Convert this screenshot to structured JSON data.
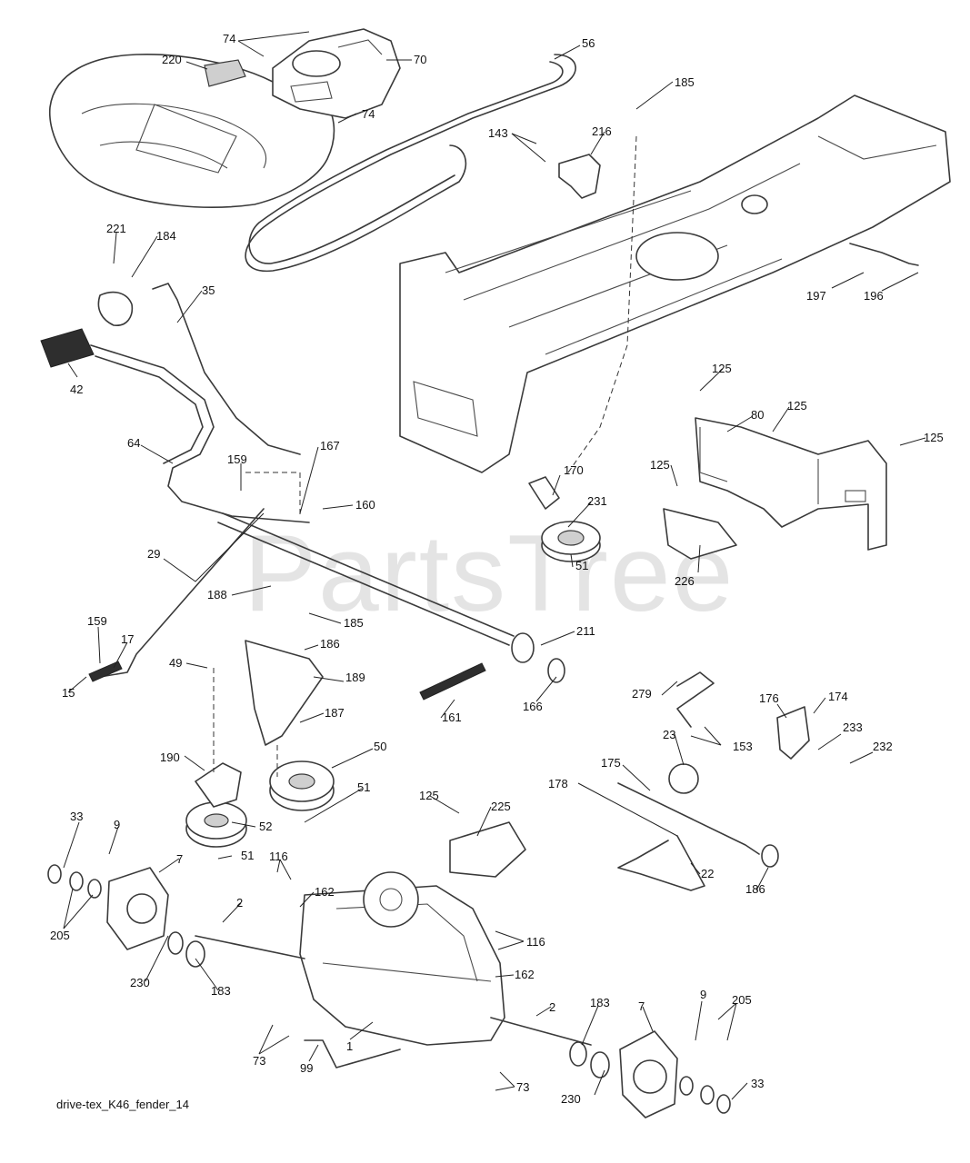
{
  "watermark": {
    "brand": "PartsTree",
    "trademark": "™"
  },
  "caption": "drive-tex_K46_fender_14",
  "callouts": [
    {
      "id": "c74a",
      "text": "74"
    },
    {
      "id": "c70",
      "text": "70"
    },
    {
      "id": "c220",
      "text": "220"
    },
    {
      "id": "c56",
      "text": "56"
    },
    {
      "id": "c74b",
      "text": "74"
    },
    {
      "id": "c185a",
      "text": "185"
    },
    {
      "id": "c143",
      "text": "143"
    },
    {
      "id": "c216",
      "text": "216"
    },
    {
      "id": "c221",
      "text": "221"
    },
    {
      "id": "c184",
      "text": "184"
    },
    {
      "id": "c35",
      "text": "35"
    },
    {
      "id": "c42",
      "text": "42"
    },
    {
      "id": "c197",
      "text": "197"
    },
    {
      "id": "c196",
      "text": "196"
    },
    {
      "id": "c125a",
      "text": "125"
    },
    {
      "id": "c80",
      "text": "80"
    },
    {
      "id": "c125b",
      "text": "125"
    },
    {
      "id": "c125c",
      "text": "125"
    },
    {
      "id": "c125d",
      "text": "125"
    },
    {
      "id": "c64",
      "text": "64"
    },
    {
      "id": "c167",
      "text": "167"
    },
    {
      "id": "c159a",
      "text": "159"
    },
    {
      "id": "c160",
      "text": "160"
    },
    {
      "id": "c170",
      "text": "170"
    },
    {
      "id": "c231",
      "text": "231"
    },
    {
      "id": "c29",
      "text": "29"
    },
    {
      "id": "c51a",
      "text": "51"
    },
    {
      "id": "c226",
      "text": "226"
    },
    {
      "id": "c188",
      "text": "188"
    },
    {
      "id": "c185b",
      "text": "185"
    },
    {
      "id": "c159b",
      "text": "159"
    },
    {
      "id": "c211",
      "text": "211"
    },
    {
      "id": "c17",
      "text": "17"
    },
    {
      "id": "c49",
      "text": "49"
    },
    {
      "id": "c186a",
      "text": "186"
    },
    {
      "id": "c189",
      "text": "189"
    },
    {
      "id": "c15",
      "text": "15"
    },
    {
      "id": "c166a",
      "text": "166"
    },
    {
      "id": "c187",
      "text": "187"
    },
    {
      "id": "c279",
      "text": "279"
    },
    {
      "id": "c176",
      "text": "176"
    },
    {
      "id": "c174",
      "text": "174"
    },
    {
      "id": "c161",
      "text": "161"
    },
    {
      "id": "c23",
      "text": "23"
    },
    {
      "id": "c233",
      "text": "233"
    },
    {
      "id": "c153",
      "text": "153"
    },
    {
      "id": "c232",
      "text": "232"
    },
    {
      "id": "c50",
      "text": "50"
    },
    {
      "id": "c190",
      "text": "190"
    },
    {
      "id": "c175",
      "text": "175"
    },
    {
      "id": "c178",
      "text": "178"
    },
    {
      "id": "c51b",
      "text": "51"
    },
    {
      "id": "c125e",
      "text": "125"
    },
    {
      "id": "c225",
      "text": "225"
    },
    {
      "id": "c33a",
      "text": "33"
    },
    {
      "id": "c9a",
      "text": "9"
    },
    {
      "id": "c52",
      "text": "52"
    },
    {
      "id": "c7a",
      "text": "7"
    },
    {
      "id": "c51c",
      "text": "51"
    },
    {
      "id": "c22",
      "text": "22"
    },
    {
      "id": "c186b",
      "text": "186"
    },
    {
      "id": "c116a",
      "text": "116"
    },
    {
      "id": "c162a",
      "text": "162"
    },
    {
      "id": "c2a",
      "text": "2"
    },
    {
      "id": "c205a",
      "text": "205"
    },
    {
      "id": "c116b",
      "text": "116"
    },
    {
      "id": "c230a",
      "text": "230"
    },
    {
      "id": "c162b",
      "text": "162"
    },
    {
      "id": "c183a",
      "text": "183"
    },
    {
      "id": "c2b",
      "text": "2"
    },
    {
      "id": "c183b",
      "text": "183"
    },
    {
      "id": "c9b",
      "text": "9"
    },
    {
      "id": "c7b",
      "text": "7"
    },
    {
      "id": "c1",
      "text": "1"
    },
    {
      "id": "c73a",
      "text": "73"
    },
    {
      "id": "c205b",
      "text": "205"
    },
    {
      "id": "c99",
      "text": "99"
    },
    {
      "id": "c73b",
      "text": "73"
    },
    {
      "id": "c230b",
      "text": "230"
    },
    {
      "id": "c33b",
      "text": "33"
    }
  ]
}
